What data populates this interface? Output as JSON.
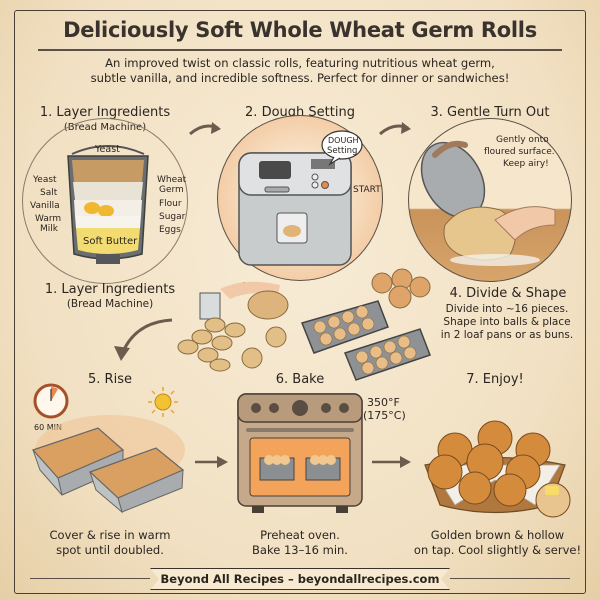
{
  "header": {
    "title": "Deliciously Soft Whole Wheat Germ Rolls",
    "subtitle_line1": "An improved twist on classic rolls, featuring nutritious wheat germ,",
    "subtitle_line2": "subtle vanilla, and incredible softness. Perfect for dinner or sandwiches!"
  },
  "steps": [
    {
      "number": 1,
      "title": "1. Layer Ingredients",
      "subtitle": "(Bread Machine)",
      "labels": {
        "top": "Yeast",
        "left": [
          "Yeast",
          "Salt",
          "Vanilla",
          "Warm",
          "Milk"
        ],
        "right": [
          "Wheat",
          "Germ",
          "Flour",
          "Sugar",
          "Eggs"
        ],
        "bottom": "Soft Butter"
      }
    },
    {
      "number": 2,
      "title": "2. Dough Setting",
      "bubble_line1": "DOUGH",
      "bubble_line2": "Setting",
      "start_label": "START"
    },
    {
      "number": 3,
      "title": "3. Gentle Turn Out",
      "note_line1": "Gently onto",
      "note_line2": "floured surface.",
      "note_line3": "Keep airy!"
    },
    {
      "number": 4,
      "repeat_title": "1. Layer Ingredients",
      "repeat_subtitle": "(Bread Machine)",
      "title": "4. Divide & Shape",
      "caption_line1": "Divide into ~16 pieces.",
      "caption_line2": "Shape into balls & place",
      "caption_line3": "in 2 loaf pans or as buns."
    },
    {
      "number": 5,
      "title": "5. Rise",
      "timer_label": "60 MIN",
      "caption_line1": "Cover & rise in warm",
      "caption_line2": "spot until doubled."
    },
    {
      "number": 6,
      "title": "6. Bake",
      "temp_f": "350°F",
      "temp_c": "(175°C)",
      "caption_line1": "Preheat oven.",
      "caption_line2": "Bake 13–16 min."
    },
    {
      "number": 7,
      "title": "7. Enjoy!",
      "caption_line1": "Golden brown & hollow",
      "caption_line2": "on tap. Cool slightly & serve!"
    }
  ],
  "footer": {
    "credit": "Beyond All Recipes – beyondallrecipes.com"
  },
  "colors": {
    "paper": "#f3e4c8",
    "ink": "#2b2520",
    "bread": "#d9a062",
    "butter": "#f3d86a",
    "steel": "#b9bcbd",
    "accent_orange": "#e8894a"
  }
}
